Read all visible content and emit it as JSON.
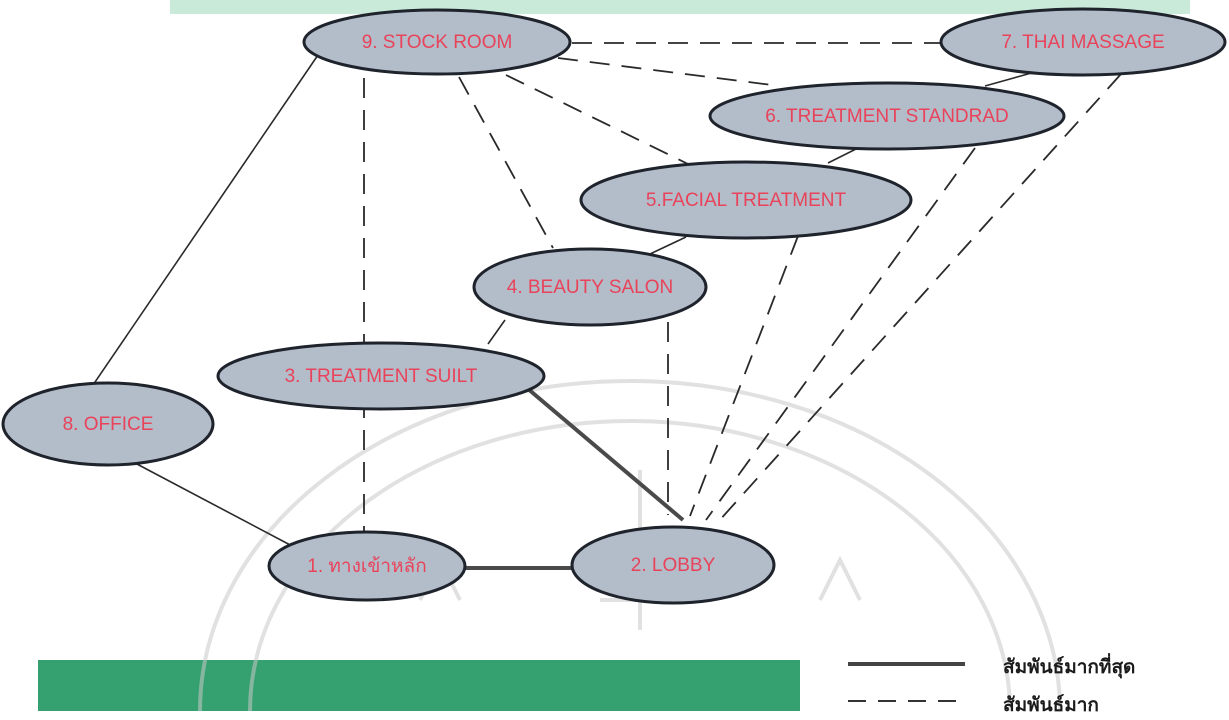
{
  "nodes": [
    {
      "id": "n1",
      "label": "1. ทางเข้าหลัก"
    },
    {
      "id": "n2",
      "label": "2. LOBBY"
    },
    {
      "id": "n3",
      "label": "3. TREATMENT SUILT"
    },
    {
      "id": "n4",
      "label": "4. BEAUTY SALON"
    },
    {
      "id": "n5",
      "label": "5.FACIAL TREATMENT"
    },
    {
      "id": "n6",
      "label": "6. TREATMENT STANDRAD"
    },
    {
      "id": "n7",
      "label": "7. THAI MASSAGE"
    },
    {
      "id": "n8",
      "label": "8. OFFICE"
    },
    {
      "id": "n9",
      "label": "9. STOCK ROOM"
    }
  ],
  "edges": [
    {
      "from": "n9",
      "to": "n8",
      "relation": "most_related"
    },
    {
      "from": "n8",
      "to": "n1",
      "relation": "most_related"
    },
    {
      "from": "n1",
      "to": "n2",
      "relation": "most_related"
    },
    {
      "from": "n3",
      "to": "n2",
      "relation": "most_related"
    },
    {
      "from": "n4",
      "to": "n3",
      "relation": "most_related"
    },
    {
      "from": "n5",
      "to": "n4",
      "relation": "most_related"
    },
    {
      "from": "n6",
      "to": "n5",
      "relation": "most_related"
    },
    {
      "from": "n7",
      "to": "n6",
      "relation": "most_related"
    },
    {
      "from": "n9",
      "to": "n7",
      "relation": "related"
    },
    {
      "from": "n9",
      "to": "n6",
      "relation": "related"
    },
    {
      "from": "n9",
      "to": "n5",
      "relation": "related"
    },
    {
      "from": "n9",
      "to": "n4",
      "relation": "related"
    },
    {
      "from": "n9",
      "to": "n1",
      "relation": "related"
    },
    {
      "from": "n4",
      "to": "n2",
      "relation": "related"
    },
    {
      "from": "n5",
      "to": "n2",
      "relation": "related"
    },
    {
      "from": "n6",
      "to": "n2",
      "relation": "related"
    },
    {
      "from": "n7",
      "to": "n2",
      "relation": "related"
    }
  ],
  "legend": {
    "most_related": "สัมพันธ์มากที่สุด",
    "related": "สัมพันธ์มาก"
  },
  "colors": {
    "node_fill": "#b3bcc9",
    "node_stroke": "#1e232c",
    "label_text": "#e9435a",
    "top_band": "#c9ead9",
    "bottom_band": "#35a070"
  }
}
